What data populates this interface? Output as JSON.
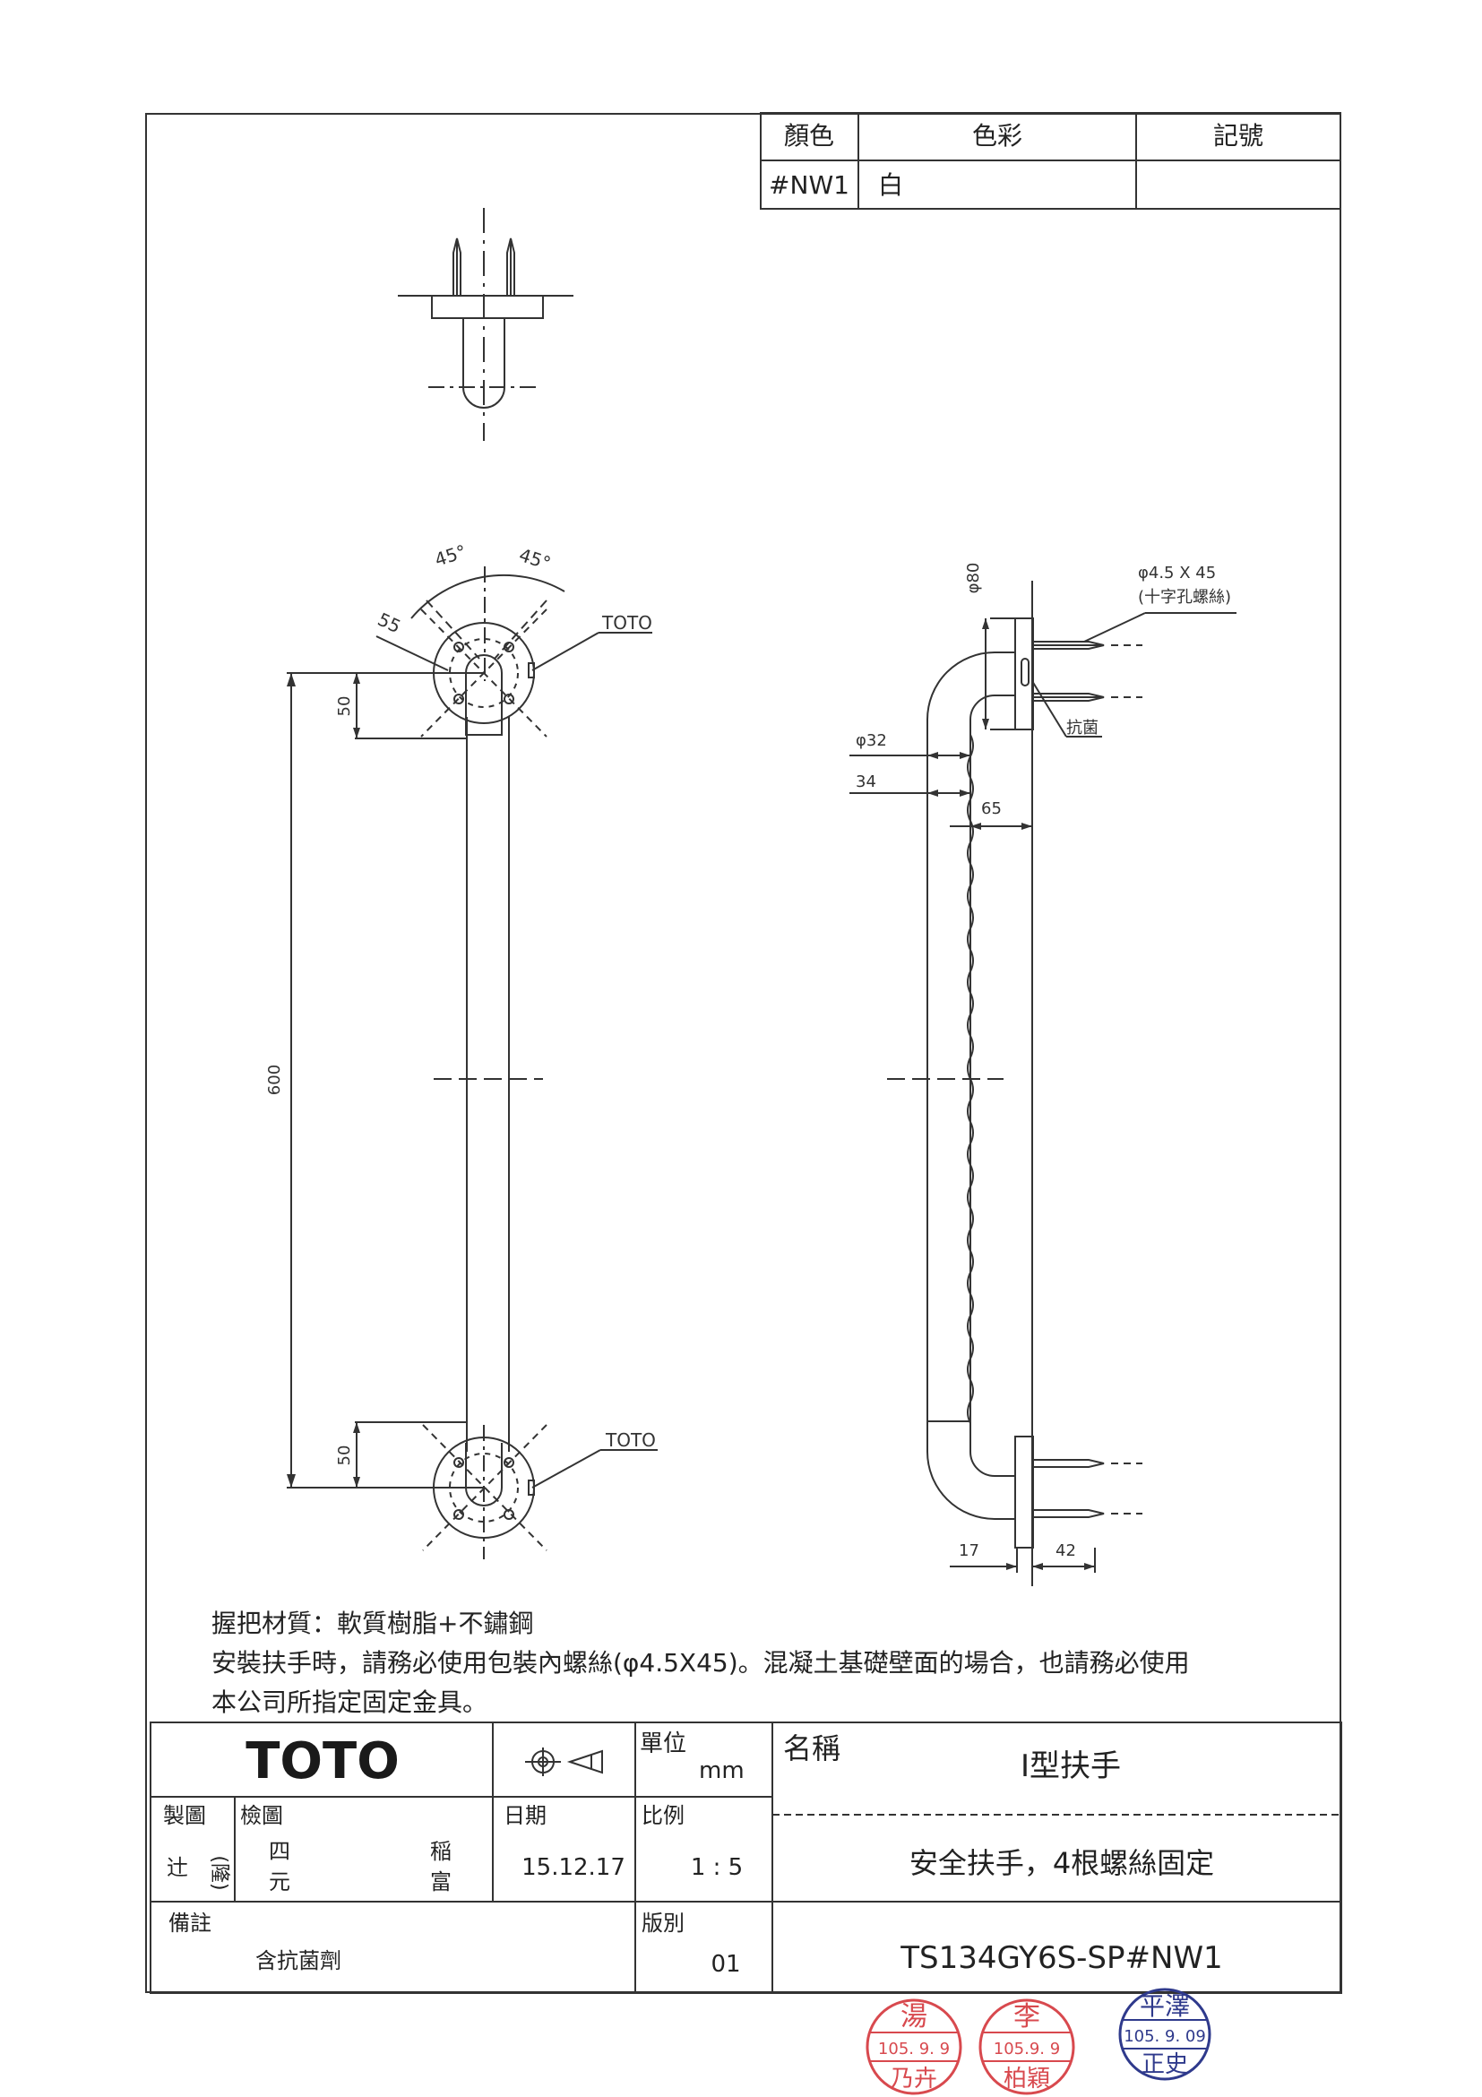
{
  "color_table": {
    "headers": [
      "顏色",
      "色彩",
      "記號"
    ],
    "row": {
      "code": "#NW1",
      "color": "白",
      "mark": ""
    }
  },
  "drawing": {
    "top_view": {},
    "front_view": {
      "angle_left": "45°",
      "angle_right": "45°",
      "dim_flange": "55",
      "logo_top": "TOTO",
      "logo_bottom": "TOTO",
      "dim_top_50": "50",
      "dim_length_600": "600",
      "dim_bottom_50": "50"
    },
    "side_view": {
      "dim_base_dia": "φ80",
      "screw_spec_line1": "φ4.5 X 45",
      "screw_spec_line2": "(十字孔螺絲)",
      "antibacterial_label": "抗菌",
      "dim_grip_dia": "φ32",
      "dim_34": "34",
      "dim_65": "65",
      "dim_17": "17",
      "dim_42": "42"
    }
  },
  "notes": {
    "line1": "握把材質：軟質樹脂+不鏽鋼",
    "line2": "安裝扶手時，請務必使用包裝內螺絲(φ4.5X45)。混凝土基礎壁面的場合，也請務必使用",
    "line3": "本公司所指定固定金具。"
  },
  "title_block": {
    "logo": "TOTO",
    "unit_label": "單位",
    "unit_value": "mm",
    "name_label": "名稱",
    "product_name": "I型扶手",
    "description": "安全扶手，4根螺絲固定",
    "drawn_label": "製圖",
    "checked_label": "檢圖",
    "drawn_by": "(隆)",
    "drawn_by_prefix": "辻",
    "checker_1a": "四",
    "checker_1b": "元",
    "checker_2a": "稲",
    "checker_2b": "富",
    "date_label": "日期",
    "date_value": "15.12.17",
    "scale_label": "比例",
    "scale_value": "1 : 5",
    "remarks_label": "備註",
    "remarks_value": "含抗菌劑",
    "revision_label": "版別",
    "revision_value": "01",
    "model_number": "TS134GY6S-SP#NW1"
  },
  "stamps": [
    {
      "top": "湯",
      "date": "105. 9. 9",
      "bottom": "乃卉",
      "color": "#d8494e"
    },
    {
      "top": "李",
      "date": "105.9. 9",
      "bottom": "柏穎",
      "color": "#d8494e"
    },
    {
      "top": "平澤",
      "date": "105. 9. 09",
      "bottom": "正史",
      "color": "#2f3a8c"
    }
  ]
}
